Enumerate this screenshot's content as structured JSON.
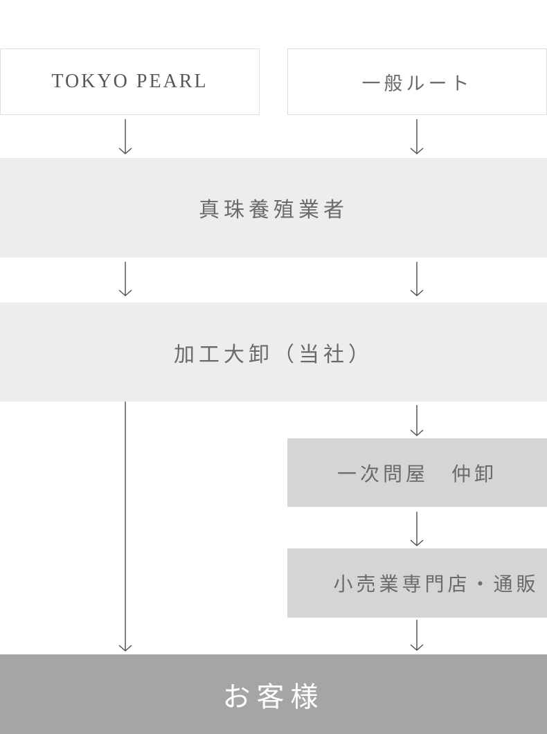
{
  "flowchart": {
    "title": "Pearl distribution routes diagram",
    "nodes": {
      "tokyo_pearl": {
        "label": "TOKYO PEARL"
      },
      "general_route": {
        "label": "一般ルート"
      },
      "pearl_farmer": {
        "label": "真珠養殖業者"
      },
      "processing_wholesale": {
        "label": "加工大卸（当社）"
      },
      "primary_wholesaler": {
        "label": "一次問屋　仲卸"
      },
      "retail_shop": {
        "label": "小売業専門店・通販"
      },
      "customer": {
        "label": "お客様"
      }
    },
    "edges": [
      {
        "from": "tokyo_pearl",
        "to": "pearl_farmer",
        "lane": "tokyo-pearl"
      },
      {
        "from": "general_route",
        "to": "pearl_farmer",
        "lane": "general"
      },
      {
        "from": "pearl_farmer",
        "to": "processing_wholesale",
        "lane": "tokyo-pearl"
      },
      {
        "from": "pearl_farmer",
        "to": "processing_wholesale",
        "lane": "general"
      },
      {
        "from": "processing_wholesale",
        "to": "customer",
        "lane": "tokyo-pearl"
      },
      {
        "from": "processing_wholesale",
        "to": "primary_wholesaler",
        "lane": "general"
      },
      {
        "from": "primary_wholesaler",
        "to": "retail_shop",
        "lane": "general"
      },
      {
        "from": "retail_shop",
        "to": "customer",
        "lane": "general"
      }
    ],
    "colors": {
      "box_light": "#ededed",
      "box_mid": "#d5d5d5",
      "box_dark": "#a5a5a5",
      "box_border": "#dedede",
      "arrow": "#4d4d4d",
      "text": "#6a6a6a",
      "text_serif": "#575757",
      "text_on_dark": "#ffffff"
    }
  }
}
